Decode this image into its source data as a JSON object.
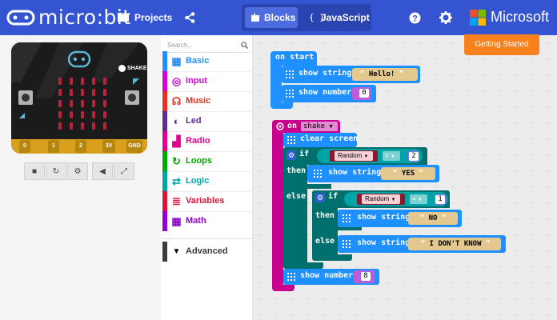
{
  "header": {
    "logo": "micro:bit",
    "projects": "Projects",
    "tabs": {
      "blocks": "Blocks",
      "javascript": "JavaScript"
    },
    "brand": "Microsoft",
    "colors": {
      "bar": "#3454d1",
      "accent": "#f8801d"
    }
  },
  "simulator": {
    "shake_label": "SHAKE",
    "pins": [
      "0",
      "1",
      "2",
      "3V",
      "GND"
    ],
    "controls": [
      "stop-icon",
      "restart-icon",
      "slow-motion-icon",
      "mute-icon",
      "fullscreen-icon"
    ]
  },
  "toolbox": {
    "search_placeholder": "Search...",
    "categories": [
      {
        "label": "Basic",
        "color": "#1e90ff",
        "icon": "grid-icon"
      },
      {
        "label": "Input",
        "color": "#d400d4",
        "icon": "target-icon"
      },
      {
        "label": "Music",
        "color": "#e63022",
        "icon": "headphones-icon"
      },
      {
        "label": "Led",
        "color": "#5c2d91",
        "icon": "toggle-icon"
      },
      {
        "label": "Radio",
        "color": "#e3008c",
        "icon": "signal-icon"
      },
      {
        "label": "Loops",
        "color": "#00aa00",
        "icon": "refresh-icon"
      },
      {
        "label": "Logic",
        "color": "#00a4a6",
        "icon": "shuffle-icon"
      },
      {
        "label": "Variables",
        "color": "#dc143c",
        "icon": "list-icon"
      },
      {
        "label": "Math",
        "color": "#9400d3",
        "icon": "calculator-icon"
      }
    ],
    "advanced": "Advanced"
  },
  "workspace": {
    "getting_started": "Getting Started",
    "on_start": {
      "label": "on start",
      "show_string": "show string",
      "string_value": "Hello!",
      "show_number": "show number",
      "number_value": "0"
    },
    "on_shake": {
      "on": "on",
      "event": "shake",
      "clear_screen": "clear screen",
      "if": "if",
      "random": "Random",
      "op": "=",
      "then": "then",
      "else": "else",
      "outer_value": "2",
      "show_string": "show string",
      "yes": "YES",
      "inner_value": "1",
      "no": "NO",
      "dont_know": "I DON'T KNOW",
      "show_number": "show number",
      "number_value": "8"
    }
  }
}
